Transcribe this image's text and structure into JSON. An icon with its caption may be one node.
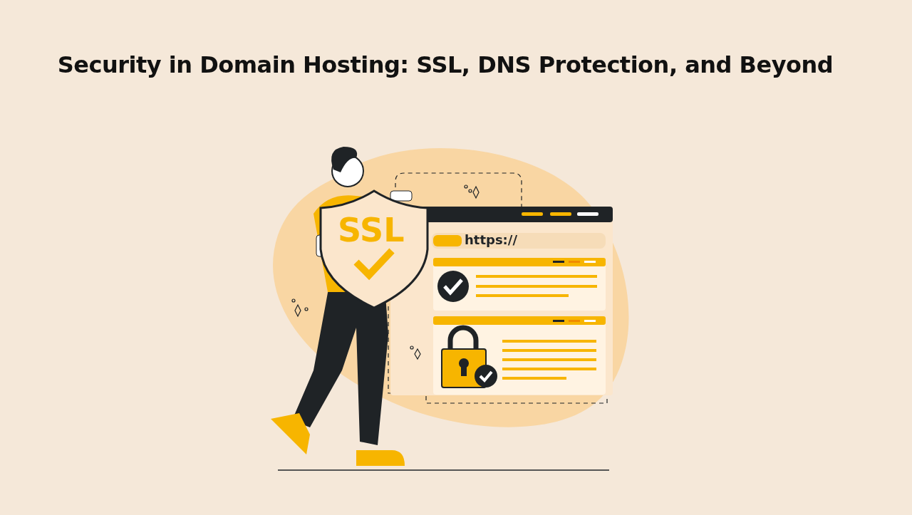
{
  "diagram": {
    "title": "Security in Domain Hosting: SSL, DNS Protection, and Beyond",
    "labels": [
      "SSL",
      "https://"
    ]
  }
}
